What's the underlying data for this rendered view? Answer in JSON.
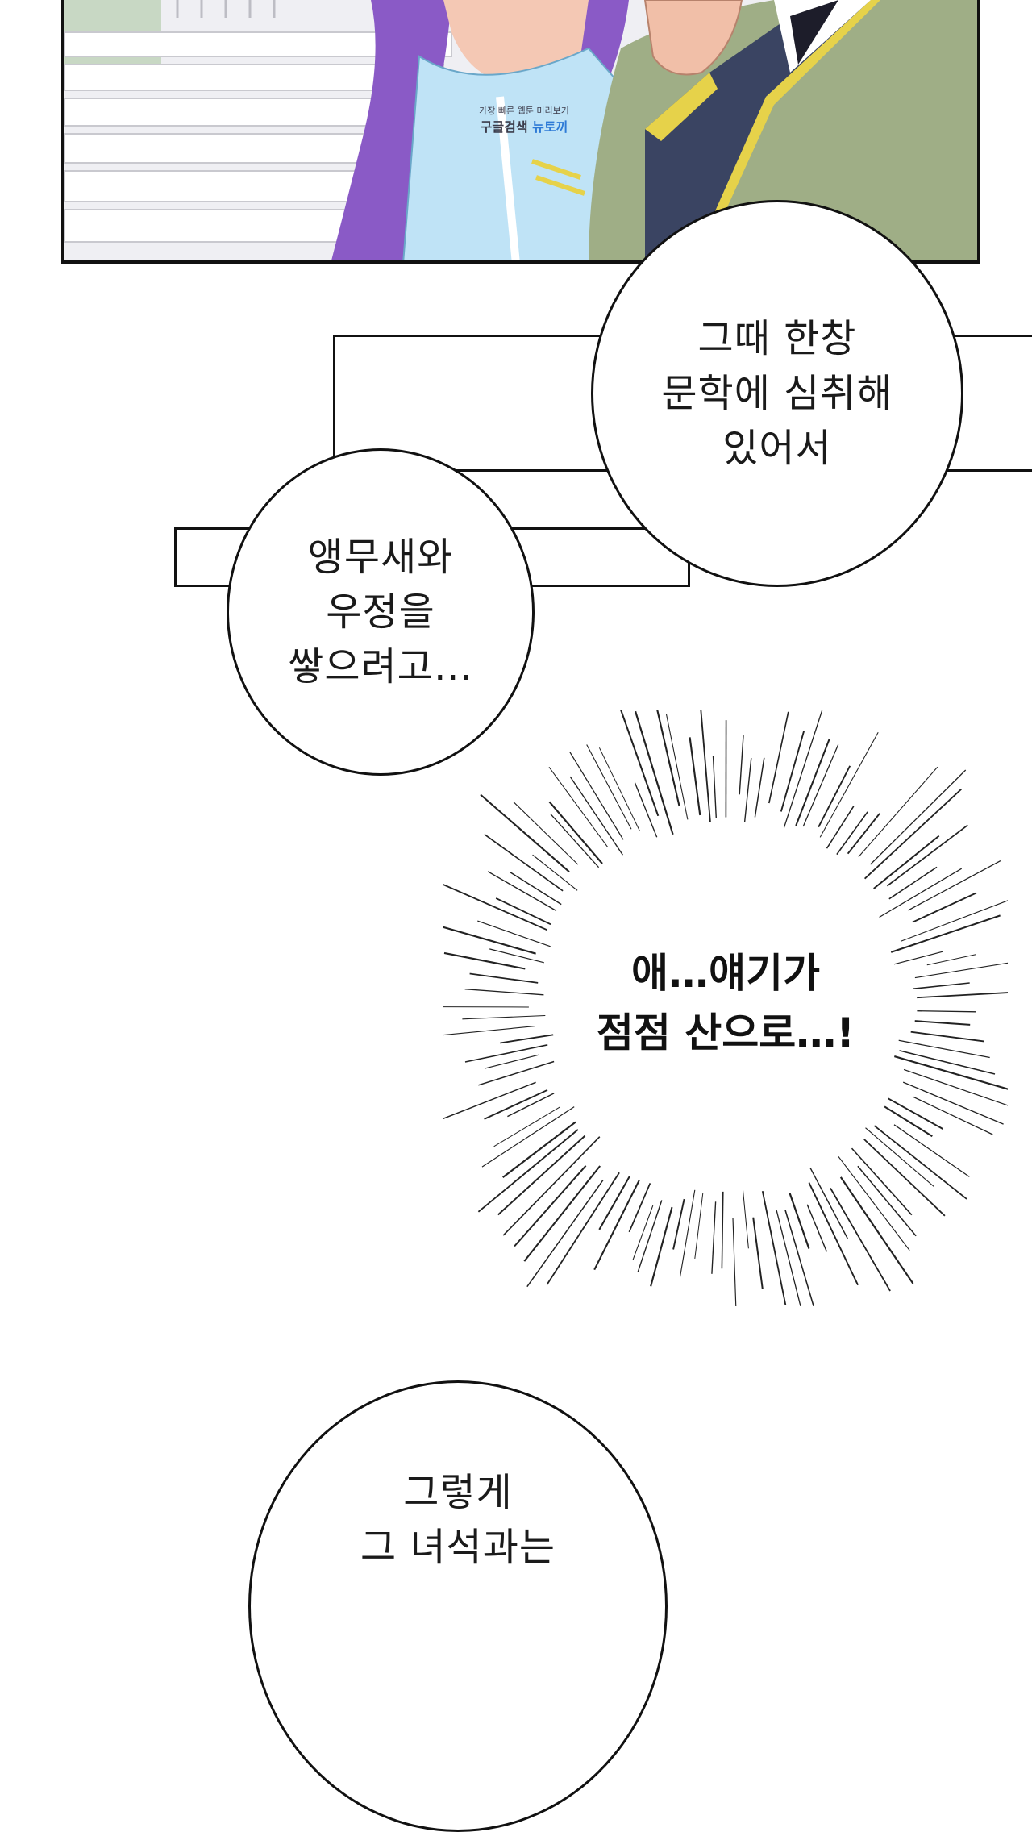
{
  "colors": {
    "ink": "#111111",
    "hair": "#8a5ac6",
    "dress": "#bfe3f6",
    "jacket": "#9fae86",
    "lapel": "#3a4462",
    "trim": "#e6d24a"
  },
  "watermark": {
    "line1": "가장 빠른 웹툰 미리보기",
    "line2_a": "구글검색",
    "line2_b": "뉴토끼"
  },
  "bubbles": [
    {
      "text": "그때 한창\n문학에 심취해\n있어서"
    },
    {
      "text": "앵무새와\n우정을\n쌓으려고…"
    },
    {
      "text": "애…얘기가\n점점 산으로…!"
    },
    {
      "text": "그렇게\n그 녀석과는"
    }
  ]
}
